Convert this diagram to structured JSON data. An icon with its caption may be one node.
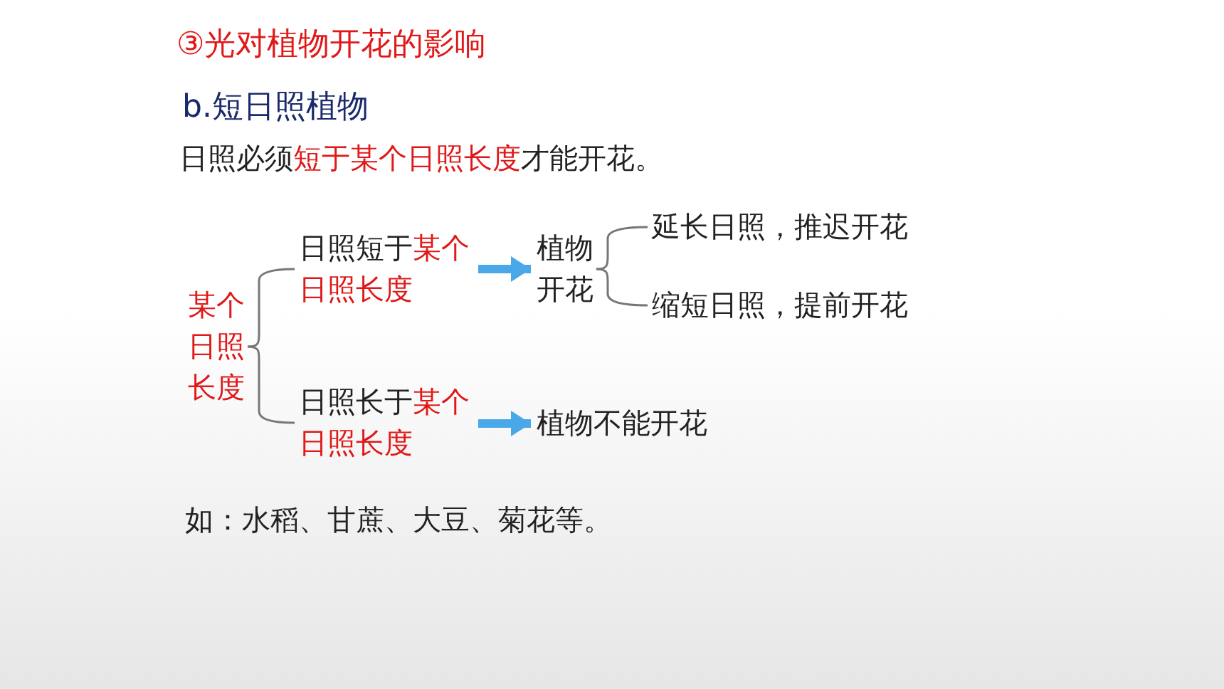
{
  "diagram": {
    "title": "③光对植物开花的影响",
    "nodes": [
      {
        "text": [
          "某个日照长度"
        ]
      },
      {
        "text": [
          "日照短于**某个日照长度**"
        ]
      },
      {
        "text": [
          "植物开花"
        ]
      },
      {
        "text": [
          "延长日照，推迟开花"
        ]
      },
      {
        "text": [
          "缩短日照，提前开花"
        ]
      },
      {
        "text": [
          "日照长于**某个日照长度**"
        ]
      },
      {
        "text": [
          "植物不能开花"
        ]
      }
    ],
    "edges": [
      {
        "from": 0,
        "to": 1,
        "arrow": "none"
      },
      {
        "from": 0,
        "to": 5,
        "arrow": "none"
      },
      {
        "from": 1,
        "to": 2,
        "arrow": "to",
        "style": "thick",
        "color": "#4aa8e8"
      },
      {
        "from": 5,
        "to": 6,
        "arrow": "to",
        "style": "thick",
        "color": "#4aa8e8"
      },
      {
        "from": 2,
        "to": 3,
        "arrow": "none"
      },
      {
        "from": 2,
        "to": 4,
        "arrow": "none"
      }
    ],
    "labels": [
      "b.短日照植物",
      "日照必须**短于某个日照长度**才能开花。",
      "如：水稻、甘蔗、大豆、菊花等。"
    ]
  }
}
